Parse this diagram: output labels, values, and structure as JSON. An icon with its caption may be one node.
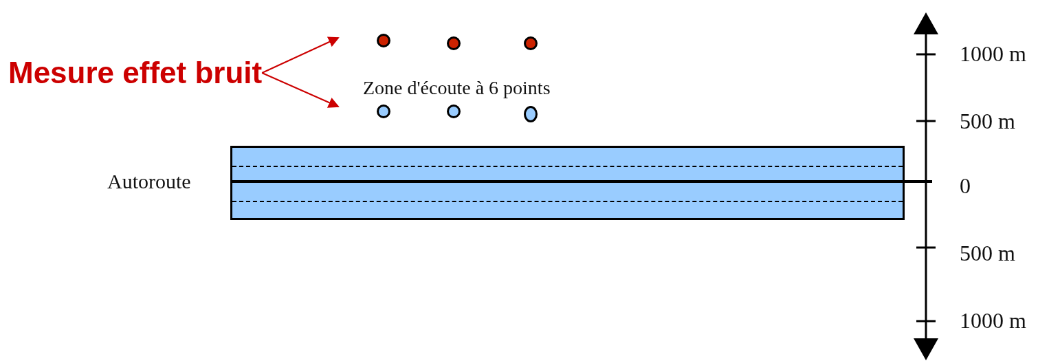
{
  "diagram": {
    "nodes": [
      {
        "text": [],
        "shape": "circle"
      },
      {
        "text": [],
        "shape": "circle"
      },
      {
        "text": [],
        "shape": "circle"
      },
      {
        "text": [
          "Mesure effet bruit"
        ]
      },
      {
        "text": [],
        "shape": "circle"
      },
      {
        "text": [],
        "shape": "circle"
      },
      {
        "text": [],
        "shape": "circle"
      },
      {
        "text": [],
        "shape": "box",
        "beside": [
          "Autoroute"
        ]
      }
    ],
    "edges": [
      {
        "from": 3,
        "to": null,
        "arrow": "to"
      },
      {
        "from": 3,
        "to": null,
        "arrow": "to"
      }
    ],
    "labels": [
      "1000 m",
      "Zone d'écoute à 6 points",
      "500 m",
      "0",
      "500 m",
      "1000 m"
    ]
  }
}
